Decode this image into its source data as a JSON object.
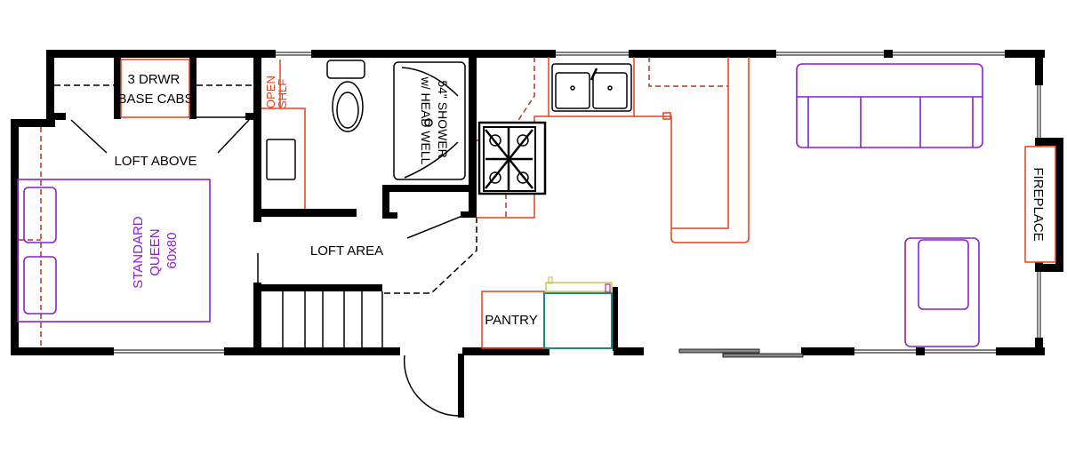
{
  "labels": {
    "base_cabs": [
      "3 DRWR",
      "BASE CABS"
    ],
    "open_shelf": [
      "OPEN",
      "SHLF"
    ],
    "shower": [
      "54\" SHOWER",
      "w/ HEAD WELL"
    ],
    "loft_above": "LOFT ABOVE",
    "loft_area": "LOFT AREA",
    "bed": [
      "STANDARD",
      "QUEEN",
      "60x80"
    ],
    "pantry": "PANTRY",
    "fireplace": "FIREPLACE"
  },
  "colors": {
    "walls": "#000000",
    "cabinetry": "#e8401c",
    "furniture": "#8a1fd0",
    "appliance": "#1a8a80",
    "fixture_accent": "#c8c850"
  }
}
